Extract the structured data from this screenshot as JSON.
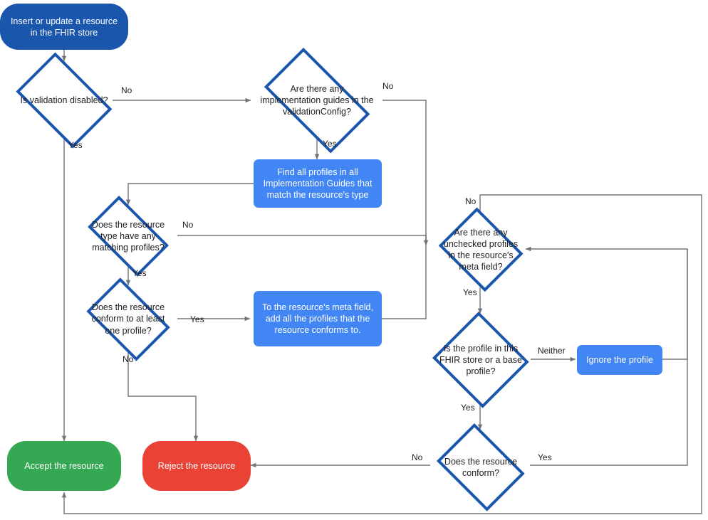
{
  "diagram": {
    "title": "FHIR store resource validation flow",
    "type": "flowchart",
    "colors": {
      "start_fill": "#1a56ac",
      "process_fill": "#4285f4",
      "decision_stroke": "#1a56ac",
      "decision_fill": "#ffffff",
      "accept_fill": "#34a853",
      "reject_fill": "#ea4335",
      "edge_stroke": "#70757a",
      "text_dark": "#202124",
      "text_light": "#ffffff",
      "background": "#ffffff"
    },
    "nodes": [
      {
        "id": "start",
        "shape": "terminator",
        "label": "Insert or update a resource in the FHIR store"
      },
      {
        "id": "validation",
        "shape": "decision",
        "label": "Is validation disabled?"
      },
      {
        "id": "impl_guides",
        "shape": "decision",
        "label": "Are there any implementation guides in the validationConfig?"
      },
      {
        "id": "find_profiles",
        "shape": "process",
        "label": "Find all profiles in all Implementation Guides that match the resource's type"
      },
      {
        "id": "matching",
        "shape": "decision",
        "label": "Does the resource type have any matching profiles?"
      },
      {
        "id": "conform_one",
        "shape": "decision",
        "label": "Does the resource conform to at least one profile?"
      },
      {
        "id": "add_profiles",
        "shape": "process",
        "label": "To the resource's meta field, add all the profiles that the resource conforms to."
      },
      {
        "id": "unchecked",
        "shape": "decision",
        "label": "Are there any unchecked profiles in the resource's meta field?"
      },
      {
        "id": "base_profile",
        "shape": "decision",
        "label": "Is the profile in this FHIR store or a base profile?"
      },
      {
        "id": "ignore_profile",
        "shape": "process",
        "label": "Ignore the profile"
      },
      {
        "id": "resource_conform",
        "shape": "decision",
        "label": "Does the resource conform?"
      },
      {
        "id": "accept",
        "shape": "terminator",
        "label": "Accept the resource"
      },
      {
        "id": "reject",
        "shape": "terminator",
        "label": "Reject the resource"
      }
    ],
    "edges": [
      {
        "from": "start",
        "to": "validation",
        "label": ""
      },
      {
        "from": "validation",
        "to": "accept",
        "label": "Yes"
      },
      {
        "from": "validation",
        "to": "impl_guides",
        "label": "No"
      },
      {
        "from": "impl_guides",
        "to": "find_profiles",
        "label": "Yes"
      },
      {
        "from": "impl_guides",
        "to": "unchecked",
        "label": "No"
      },
      {
        "from": "find_profiles",
        "to": "matching",
        "label": ""
      },
      {
        "from": "matching",
        "to": "conform_one",
        "label": "Yes"
      },
      {
        "from": "matching",
        "to": "unchecked",
        "label": "No"
      },
      {
        "from": "conform_one",
        "to": "add_profiles",
        "label": "Yes"
      },
      {
        "from": "conform_one",
        "to": "reject",
        "label": "No"
      },
      {
        "from": "add_profiles",
        "to": "unchecked",
        "label": ""
      },
      {
        "from": "unchecked",
        "to": "accept",
        "label": "No"
      },
      {
        "from": "unchecked",
        "to": "base_profile",
        "label": "Yes"
      },
      {
        "from": "base_profile",
        "to": "ignore_profile",
        "label": "Neither"
      },
      {
        "from": "base_profile",
        "to": "resource_conform",
        "label": "Yes"
      },
      {
        "from": "ignore_profile",
        "to": "unchecked",
        "label": ""
      },
      {
        "from": "resource_conform",
        "to": "reject",
        "label": "No"
      },
      {
        "from": "resource_conform",
        "to": "unchecked",
        "label": "Yes"
      }
    ],
    "edge_labels": {
      "validation_no": "No",
      "validation_yes": "Yes",
      "impl_guides_no": "No",
      "impl_guides_yes": "Yes",
      "matching_no": "No",
      "matching_yes": "Yes",
      "conform_one_yes": "Yes",
      "conform_one_no": "No",
      "unchecked_no": "No",
      "unchecked_yes": "Yes",
      "base_profile_neither": "Neither",
      "base_profile_yes": "Yes",
      "resource_conform_no": "No",
      "resource_conform_yes": "Yes"
    },
    "labels": {
      "start": "Insert or update a resource in the FHIR store",
      "validation": "Is validation disabled?",
      "impl_guides": "Are there any implementation guides in the validationConfig?",
      "find_profiles": "Find all profiles in all Implementation Guides that match the resource's type",
      "matching": "Does the resource type have any matching profiles?",
      "conform_one": "Does the resource conform to at least one profile?",
      "add_profiles": "To the resource's meta field, add all the profiles that the resource conforms to.",
      "unchecked": "Are there any unchecked profiles in the resource's meta field?",
      "base_profile": "Is the profile in this FHIR store or a base profile?",
      "ignore_profile": "Ignore the profile",
      "resource_conform": "Does the resource conform?",
      "accept": "Accept the resource",
      "reject": "Reject the resource"
    }
  }
}
